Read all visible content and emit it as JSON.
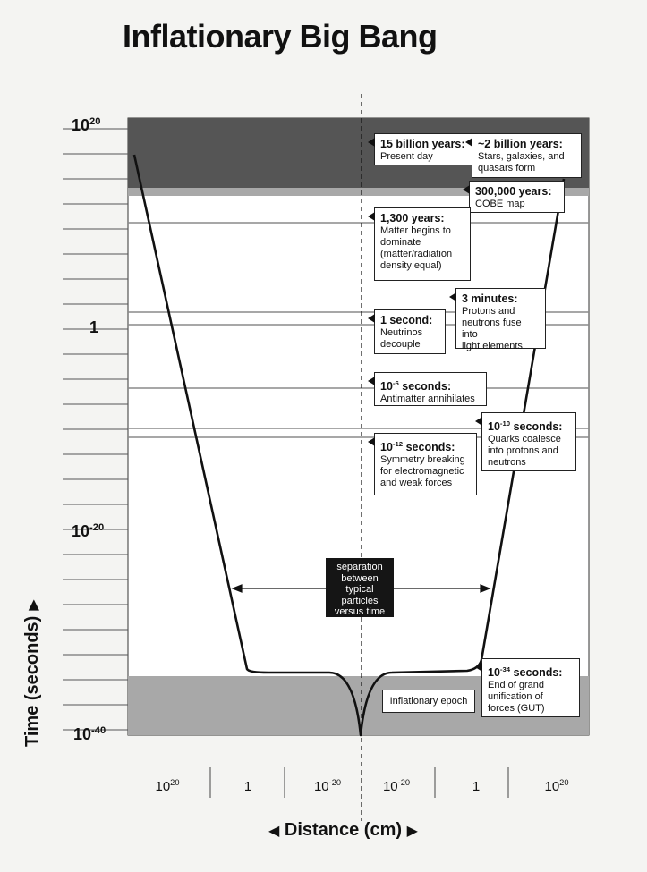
{
  "title": "Inflationary Big Bang",
  "y_axis": {
    "label": "Time (seconds)",
    "ticks": [
      {
        "base": "10",
        "exp": "20"
      },
      {
        "base": "1",
        "exp": ""
      },
      {
        "base": "10",
        "exp": "-20"
      },
      {
        "base": "10",
        "exp": "-40"
      }
    ]
  },
  "x_axis": {
    "label": "Distance (cm)",
    "ticks": [
      {
        "base": "10",
        "exp": "20"
      },
      {
        "base": "1",
        "exp": ""
      },
      {
        "base": "10",
        "exp": "-20"
      },
      {
        "base": "10",
        "exp": "-20"
      },
      {
        "base": "1",
        "exp": ""
      },
      {
        "base": "10",
        "exp": "20"
      }
    ]
  },
  "annotations": {
    "present_day": {
      "head": "15 billion years:",
      "body": "Present day"
    },
    "two_billion": {
      "head": "~2 billion years:",
      "body": "Stars, galaxies, and\nquasars form"
    },
    "cobe": {
      "head": "300,000 years:",
      "body": "COBE map"
    },
    "matter": {
      "head": "1,300 years:",
      "body": "Matter begins to\ndominate\n(matter/radiation\ndensity equal)"
    },
    "three_minutes": {
      "head": "3 minutes:",
      "body": "Protons and\nneutrons fuse into\nlight elements"
    },
    "one_second": {
      "head": "1 second:",
      "body": "Neutrinos\ndecouple"
    },
    "antimatter": {
      "head_base": "10",
      "head_exp": "-6",
      "head_unit": " seconds:",
      "body": "Antimatter annihilates"
    },
    "quarks": {
      "head_base": "10",
      "head_exp": "-10",
      "head_unit": " seconds:",
      "body": "Quarks coalesce\ninto protons and\nneutrons"
    },
    "symmetry": {
      "head_base": "10",
      "head_exp": "-12",
      "head_unit": " seconds:",
      "body": "Symmetry breaking\nfor electromagnetic\nand weak forces"
    },
    "gut": {
      "head_base": "10",
      "head_exp": "-34",
      "head_unit": " seconds:",
      "body": "End of grand\nunification of\nforces (GUT)"
    }
  },
  "separation_label": "separation\nbetween\ntypical\nparticles\nversus time",
  "inflationary_epoch": "Inflationary epoch",
  "colors": {
    "dark_band": "#555555",
    "light_band": "#a8a8a8",
    "plot_bg": "#ffffff",
    "line": "#111111"
  }
}
